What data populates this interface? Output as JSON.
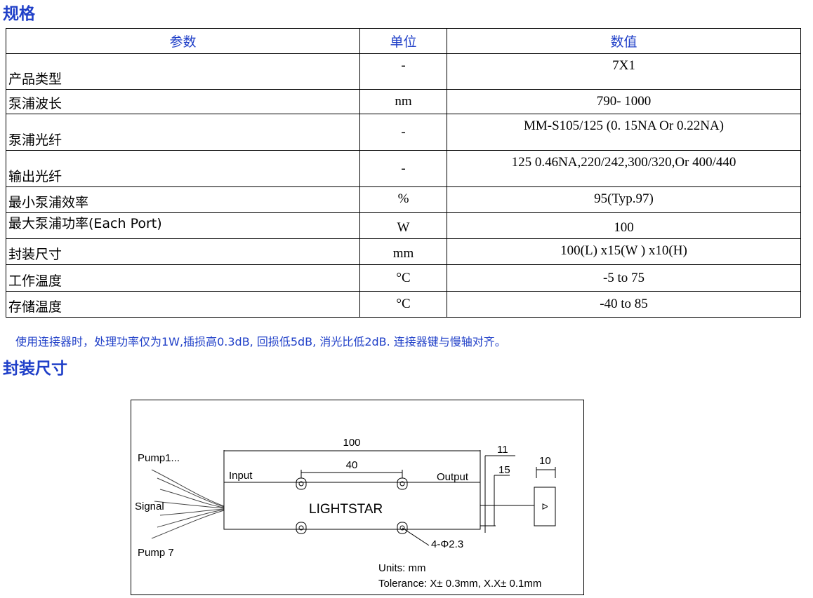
{
  "spec_section": {
    "title": "规格"
  },
  "table": {
    "headers": {
      "param": "参数",
      "unit": "单位",
      "value": "数值"
    },
    "rows": [
      {
        "param": "产品类型",
        "unit": "-",
        "value": "7X1"
      },
      {
        "param": "泵浦波长",
        "unit": "nm",
        "value": "790- 1000"
      },
      {
        "param": "泵浦光纤",
        "unit": "-",
        "value": "MM-S105/125  (0. 15NA Or 0.22NA)"
      },
      {
        "param": "输出光纤",
        "unit": "-",
        "value": "125  0.46NA,220/242,300/320,Or 400/440"
      },
      {
        "param": "最小泵浦效率",
        "unit": "%",
        "value": "95(Typ.97)"
      },
      {
        "param": "最大泵浦功率(Each Port)",
        "unit": "W",
        "value": "100"
      },
      {
        "param": "封装尺寸",
        "unit": "mm",
        "value": "100(L) x15(W ) x10(H)"
      },
      {
        "param": "工作温度",
        "unit": "°C",
        "value": "-5 to 75"
      },
      {
        "param": "存储温度",
        "unit": "°C",
        "value": "-40  to 85"
      }
    ]
  },
  "note": "使用连接器时，处理功率仅为1W,插损高0.3dB, 回损低5dB, 消光比低2dB. 连接器键与慢轴对齐。",
  "package_section": {
    "title": "封装尺寸"
  },
  "drawing": {
    "pump_top": "Pump1...",
    "signal": "Signal",
    "pump_bottom": "Pump 7",
    "input": "Input",
    "output": "Output",
    "dim_length": "100",
    "dim_hole_spacing": "40",
    "dim_11": "11",
    "dim_15": "15",
    "dim_10": "10",
    "brand": "LIGHTSTAR",
    "holes": "4-Φ2.3",
    "units": "Units: mm",
    "tolerance": "Tolerance: X± 0.3mm, X.X± 0.1mm"
  }
}
